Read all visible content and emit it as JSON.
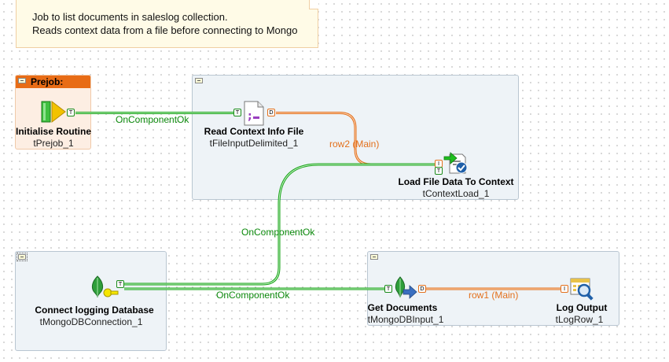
{
  "note": {
    "line1": "Job to list documents in saleslog collection.",
    "line2": "Reads context data from a file before connecting to Mongo"
  },
  "prejob": {
    "header": "Prejob:"
  },
  "components": {
    "initialise": {
      "title": "Initialise Routine",
      "name": "tPrejob_1"
    },
    "read_context": {
      "title": "Read Context Info File",
      "name": "tFileInputDelimited_1"
    },
    "load_context": {
      "title": "Load File Data To Context",
      "name": "tContextLoad_1"
    },
    "connect_db": {
      "title": "Connect logging Database",
      "name": "tMongoDBConnection_1"
    },
    "get_docs": {
      "title": "Get Documents",
      "name": "tMongoDBInput_1"
    },
    "log_output": {
      "title": "Log Output",
      "name": "tLogRow_1"
    }
  },
  "links": {
    "prejob_to_read": "OnComponentOk",
    "read_to_load": "row2 (Main)",
    "load_to_connect": "OnComponentOk",
    "connect_to_get": "OnComponentOk",
    "get_to_log": "row1 (Main)"
  },
  "badges": {
    "trigger": "T",
    "data": "D",
    "input": "I"
  },
  "colors": {
    "trigger_link": "#17a317",
    "main_link": "#e3701c",
    "prejob_header": "#e86c16",
    "subjob_bg": "#eef3f7",
    "note_bg": "#fffbe7"
  }
}
